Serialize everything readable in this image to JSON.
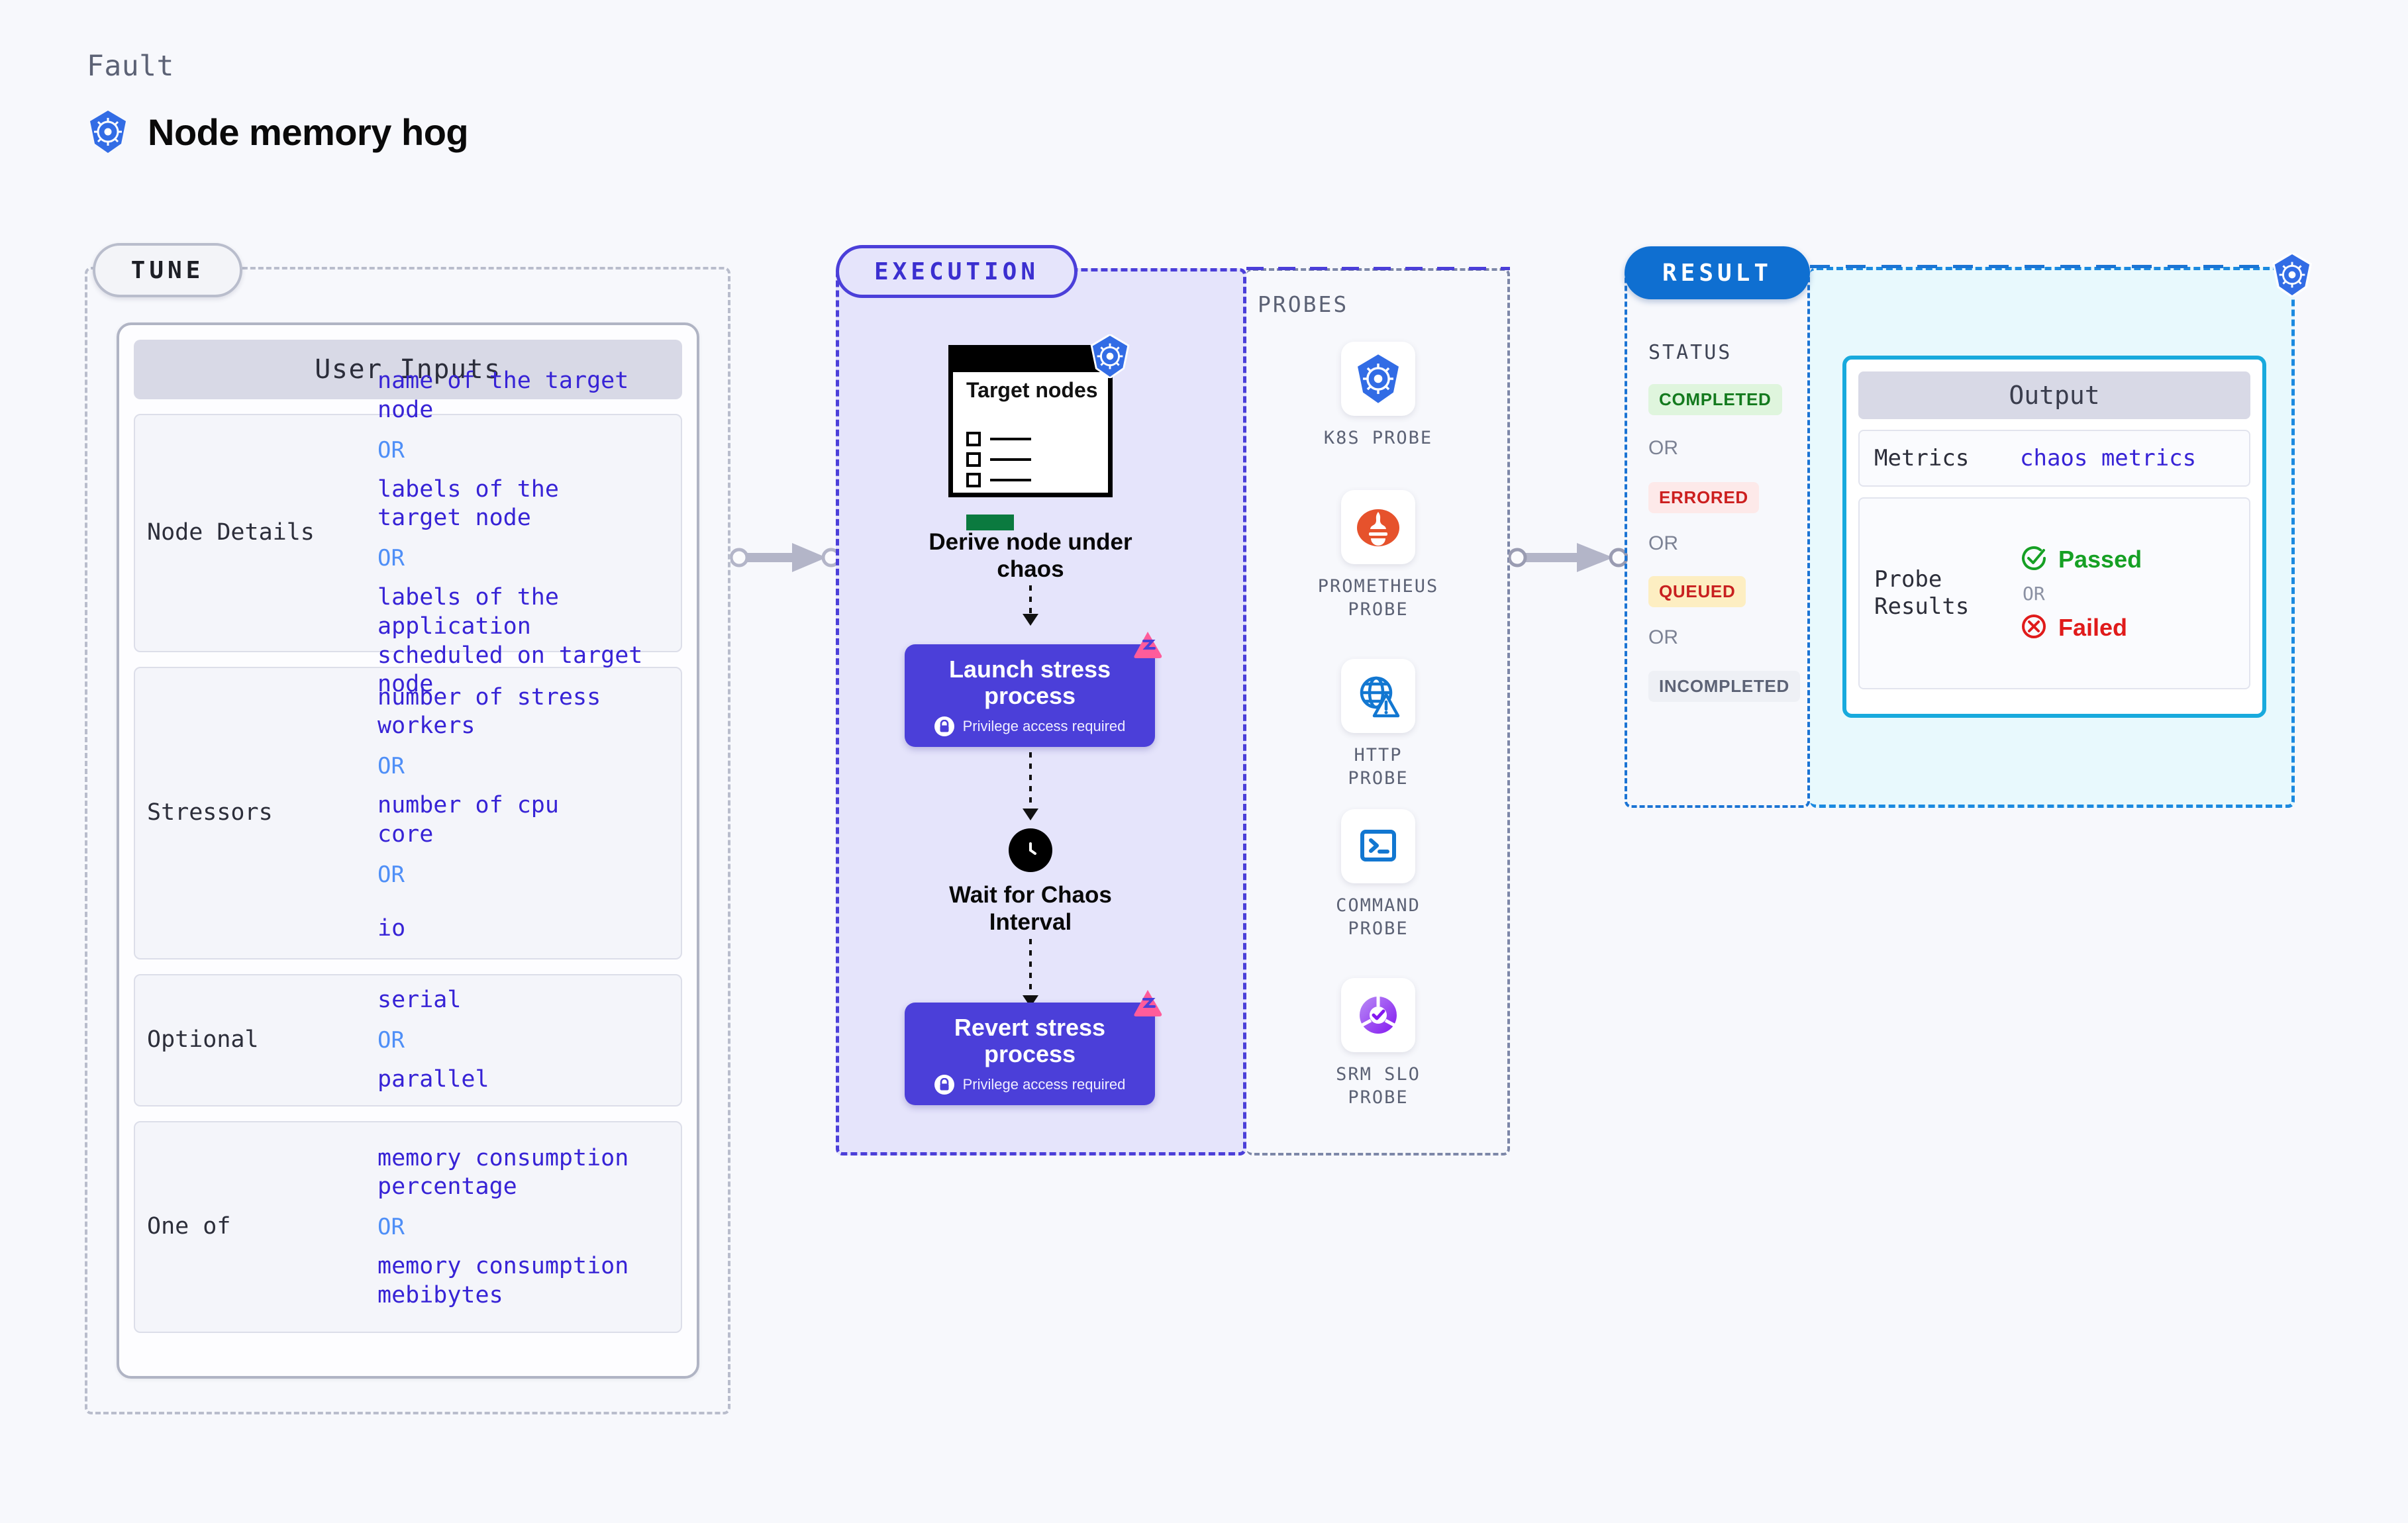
{
  "header": {
    "fault_label": "Fault",
    "title": "Node memory hog",
    "icon": "kubernetes-icon"
  },
  "tune": {
    "pill_label": "TUNE",
    "card_title": "User Inputs",
    "rows": [
      {
        "key": "Node Details",
        "values": [
          "name of the target\nnode",
          "labels of the\ntarget node",
          "labels of the application\n scheduled on target node"
        ],
        "separator": "OR"
      },
      {
        "key": "Stressors",
        "values": [
          "number of stress\nworkers",
          "number of cpu\ncore",
          "io"
        ],
        "separator": "OR"
      },
      {
        "key": "Optional",
        "values": [
          "serial",
          "parallel"
        ],
        "separator": "OR"
      },
      {
        "key": "One of",
        "values": [
          "memory consumption\npercentage",
          "memory consumption\nmebibytes"
        ],
        "separator": "OR"
      }
    ]
  },
  "execution": {
    "pill_label": "EXECUTION",
    "illustration": {
      "title": "Target\nnodes",
      "icon": "kubernetes-icon"
    },
    "steps": [
      {
        "label": "Derive node under\nchaos",
        "type": "illustration"
      },
      {
        "label": "Launch stress\nprocess",
        "privilege_note": "Privilege access required",
        "type": "process",
        "badge_icon": "litmus-icon",
        "lock_icon": "lock-icon"
      },
      {
        "label": "Wait for Chaos\nInterval",
        "type": "clock",
        "icon": "clock-icon"
      },
      {
        "label": "Revert stress\nprocess",
        "privilege_note": "Privilege access required",
        "type": "process",
        "badge_icon": "litmus-icon",
        "lock_icon": "lock-icon"
      }
    ]
  },
  "probes": {
    "section_label": "PROBES",
    "items": [
      {
        "name": "K8S PROBE",
        "icon": "kubernetes-icon"
      },
      {
        "name": "PROMETHEUS\nPROBE",
        "icon": "prometheus-icon"
      },
      {
        "name": "HTTP PROBE",
        "icon": "globe-warning-icon"
      },
      {
        "name": "COMMAND\nPROBE",
        "icon": "terminal-icon"
      },
      {
        "name": "SRM SLO\nPROBE",
        "icon": "slo-gauge-icon"
      }
    ]
  },
  "result": {
    "pill_label": "RESULT",
    "status_label": "STATUS",
    "separator": "OR",
    "statuses": [
      {
        "label": "COMPLETED",
        "bg": "#dff5dd",
        "fg": "#147a1e"
      },
      {
        "label": "ERRORED",
        "bg": "#fde9e9",
        "fg": "#cc1f1f"
      },
      {
        "label": "QUEUED",
        "bg": "#fdeec2",
        "fg": "#c82020"
      },
      {
        "label": "INCOMPLETED",
        "bg": "#eef0f5",
        "fg": "#5c6275"
      }
    ],
    "badge_icon": "kubernetes-icon",
    "output": {
      "title": "Output",
      "metrics_key": "Metrics",
      "metrics_value": "chaos metrics",
      "probe_results_key": "Probe\nResults",
      "passed_label": "Passed",
      "failed_label": "Failed",
      "separator": "OR",
      "passed_icon": "check-circle-icon",
      "failed_icon": "x-circle-icon",
      "passed_color": "#16a024",
      "failed_color": "#e01b1b"
    }
  },
  "connectors": [
    {
      "name": "tune-to-execution"
    },
    {
      "name": "execution-to-result"
    }
  ],
  "colors": {
    "background": "#f7f8fc",
    "accent_purple": "#4b3fd9",
    "accent_blue": "#0f6fd1",
    "accent_cyan": "#18aadd",
    "value_text": "#3723d6"
  }
}
